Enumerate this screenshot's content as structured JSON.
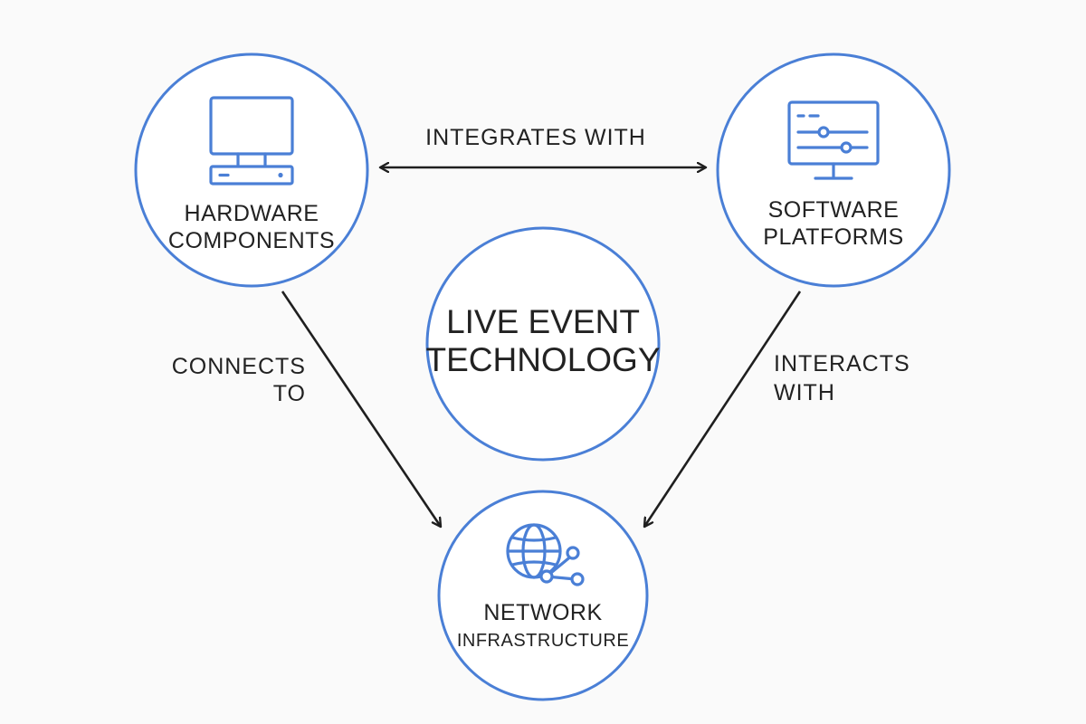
{
  "center": {
    "line1": "LIVE EVENT",
    "line2": "TECHNOLOGY"
  },
  "nodes": {
    "hardware": {
      "line1": "HARDWARE",
      "line2": "COMPONENTS",
      "icon": "desktop-computer-icon"
    },
    "software": {
      "line1": "SOFTWARE",
      "line2": "PLATFORMS",
      "icon": "software-dashboard-icon"
    },
    "network": {
      "line1": "NETWORK",
      "line2": "INFRASTRUCTURE",
      "icon": "globe-network-icon"
    }
  },
  "edges": {
    "integrates": {
      "line1": "INTEGRATES WITH"
    },
    "connects": {
      "line1": "CONNECTS",
      "line2": "TO"
    },
    "interacts": {
      "line1": "INTERACTS",
      "line2": "WITH"
    }
  },
  "colors": {
    "accent": "#4a7fd6",
    "text": "#222222",
    "background": "#fafafa"
  }
}
